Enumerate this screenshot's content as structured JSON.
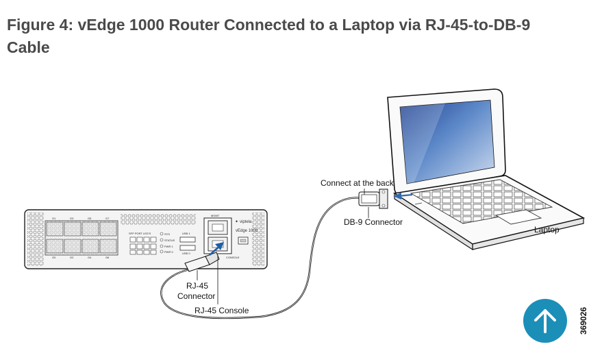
{
  "figure": {
    "title_line1": "Figure 4: vEdge 1000 Router Connected to a Laptop via RJ-45-to-DB-9",
    "title_line2": "Cable",
    "figure_id": "369026"
  },
  "labels": {
    "connect_back": "Connect at the back",
    "db9": "DB-9 Connector",
    "laptop": "Laptop",
    "rj45_connector_1": "RJ-45",
    "rj45_connector_2": "Connector",
    "rj45_console": "RJ-45 Console"
  },
  "router_panel": {
    "brand": "viptela",
    "model": "vEdge 1000",
    "mgmt": "MGMT",
    "console": "CONSOLE",
    "usb1": "USB 1",
    "usb0": "USB 0",
    "sfp_leds": "SFP PORT LED'S",
    "led_sys": "SYS",
    "led_status": "STATUS",
    "led_pwr1": "PWR 1",
    "led_pwr0": "PWR 0",
    "port_top": [
      "G1",
      "G3",
      "G5",
      "G7"
    ],
    "port_bottom": [
      "G0",
      "G2",
      "G4",
      "G6"
    ]
  },
  "scroll_top": {
    "icon": "arrow-up-icon",
    "color": "#1b8fb8"
  }
}
